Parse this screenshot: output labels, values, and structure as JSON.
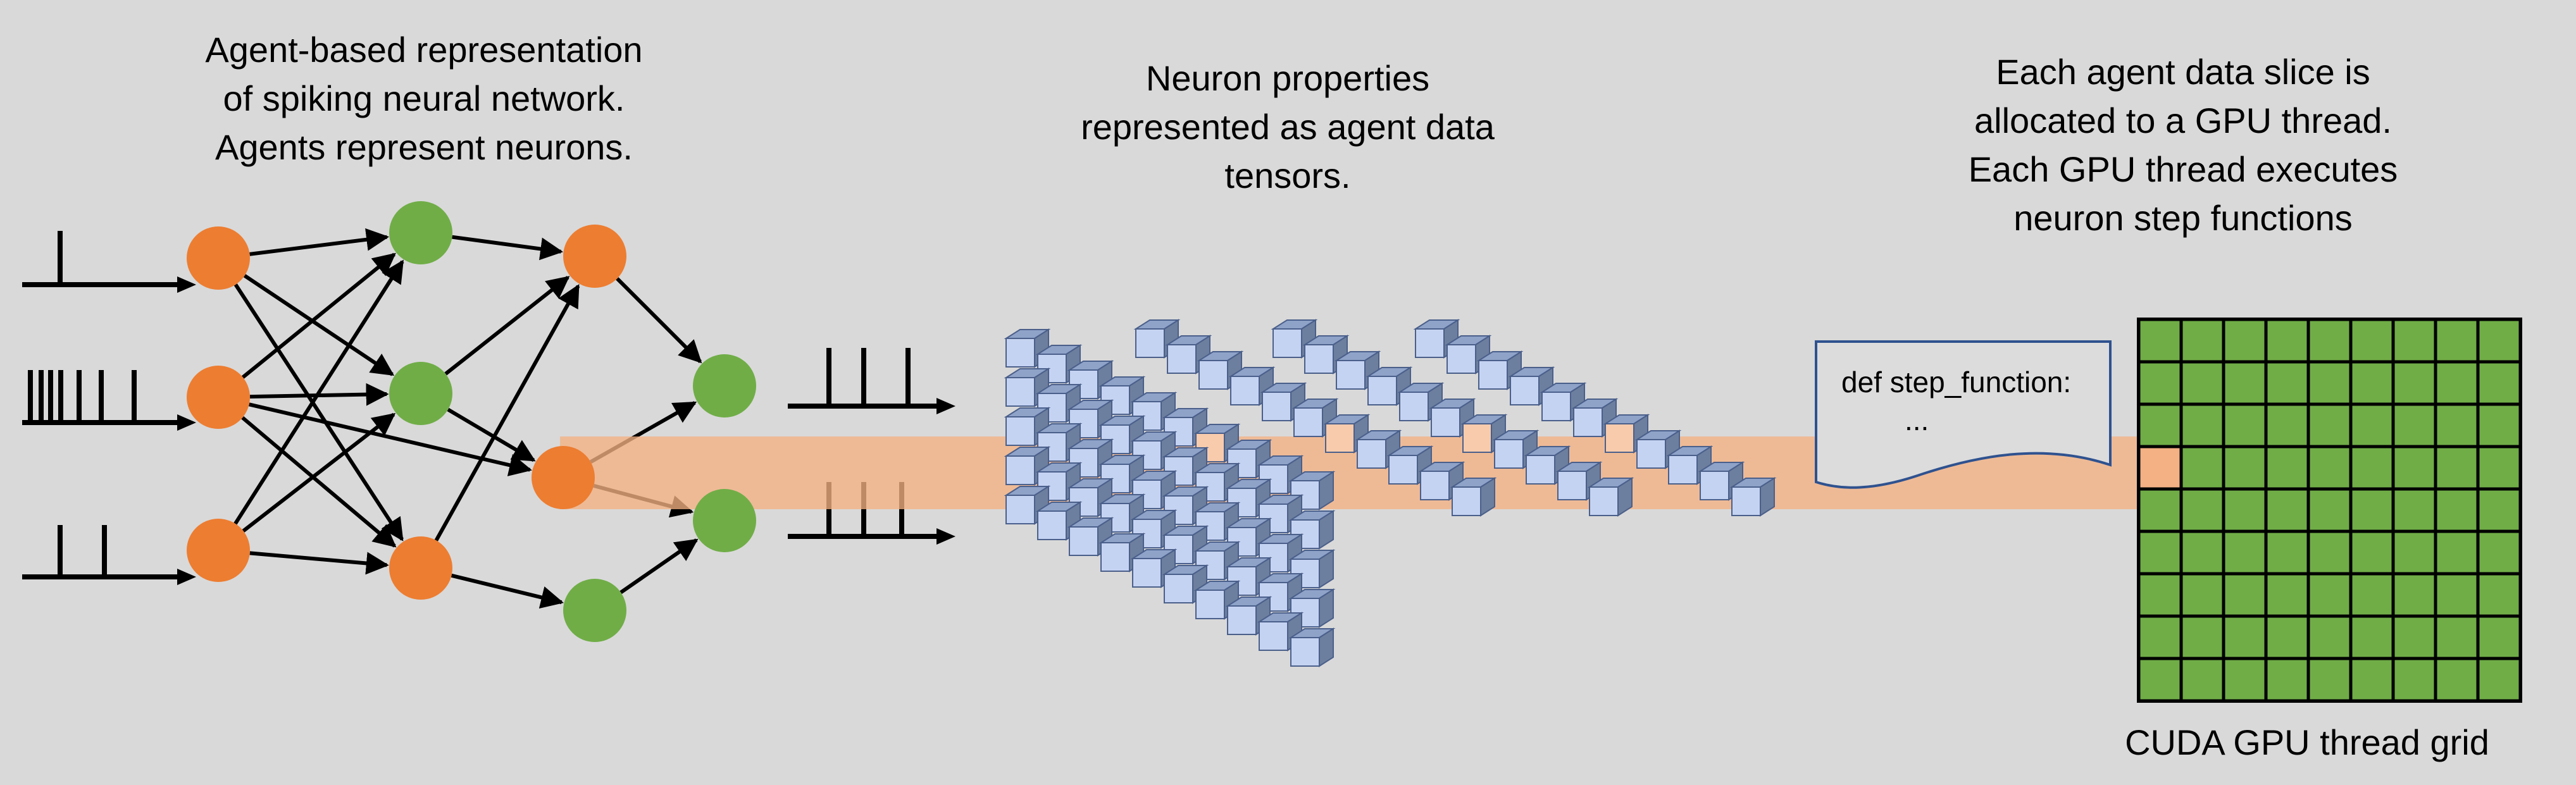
{
  "captions": {
    "network": [
      "Agent-based representation",
      "of spiking neural network.",
      "Agents represent neurons."
    ],
    "tensors": [
      "Neuron properties",
      "represented as agent data",
      "tensors."
    ],
    "gpu": [
      "Each agent data slice is",
      "allocated to a GPU thread.",
      "Each GPU thread executes",
      "neuron step functions"
    ],
    "grid_label": "CUDA GPU thread grid"
  },
  "code_box": {
    "line1": "def step_function:",
    "line2": "..."
  },
  "colors": {
    "background": "#d9d9d9",
    "input_neuron": "#ed7d31",
    "hidden_neuron": "#70ad47",
    "flow_arrow": "#f4b183",
    "tensor_cube": "#c5d3f2",
    "tensor_highlight": "#f8cbad",
    "grid_cell": "#70ad47"
  }
}
